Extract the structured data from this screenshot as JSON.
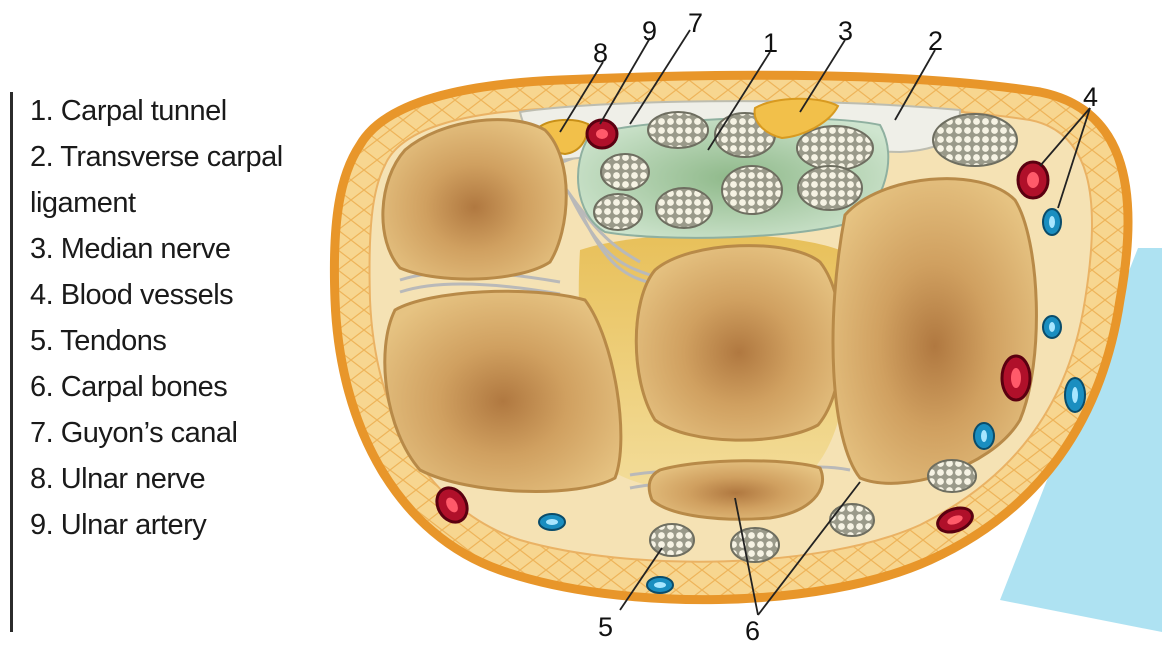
{
  "legend": {
    "items": [
      "1. Carpal tunnel",
      "2. Transverse carpal",
      "ligament",
      "3. Median nerve",
      "4. Blood vessels",
      "5. Tendons",
      "6. Carpal bones",
      "7. Guyon’s canal",
      "8. Ulnar nerve",
      "9. Ulnar artery"
    ]
  },
  "callouts": {
    "n1": "1",
    "n2": "2",
    "n3": "3",
    "n4": "4",
    "n5": "5",
    "n6": "6",
    "n7": "7",
    "n8": "8",
    "n9": "9"
  },
  "colors": {
    "skin": "#f0a83a",
    "fat": "#f7d48c",
    "bone": "#dcb06a",
    "bone_center": "#b07840",
    "tunnel": "#9fc8a0",
    "ligament": "#b8b8b8",
    "nerve": "#f2c04a",
    "artery": "#b0102a",
    "vein": "#1a8ec0",
    "highlight": "#aee2f2"
  }
}
